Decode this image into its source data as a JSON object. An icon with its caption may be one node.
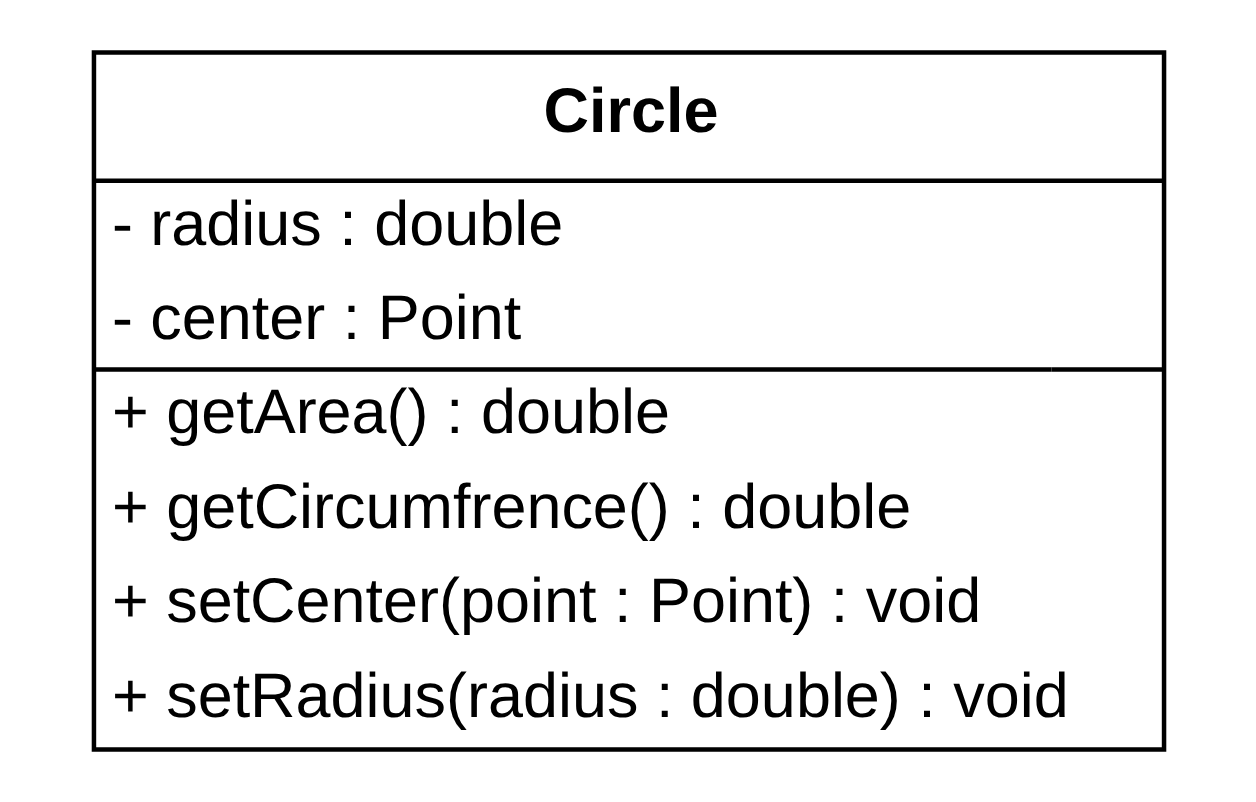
{
  "diagram": {
    "nodes": [
      {
        "text": [
          "Circle",
          "- radius : double",
          "- center : Point",
          "+ getArea() : double",
          "+ getCircumfrence() : double",
          "+ setCenter(point : Point) : void",
          "+ setRadius(radius : double) : void"
        ]
      }
    ]
  }
}
